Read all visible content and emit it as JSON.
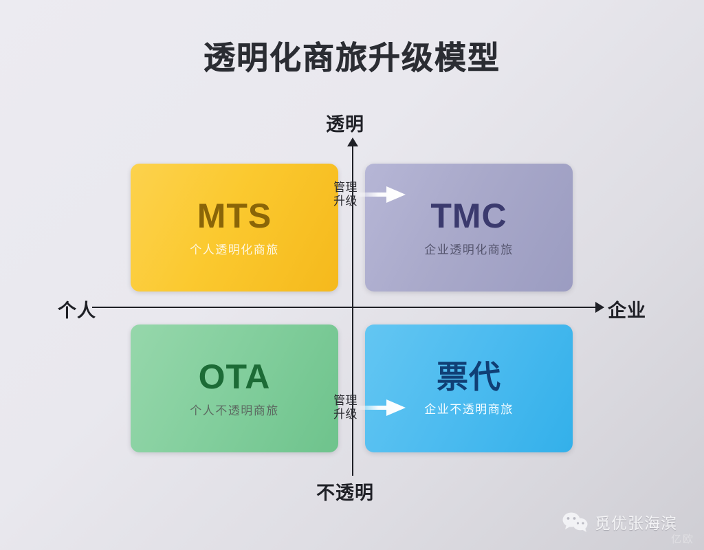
{
  "title": "透明化商旅升级模型",
  "axes": {
    "top_label": "透明",
    "bottom_label": "不透明",
    "left_label": "个人",
    "right_label": "企业",
    "line_color": "#1f2026"
  },
  "quadrants": [
    {
      "key": "mts",
      "title": "MTS",
      "subtitle": "个人透明化商旅",
      "position": "top-left",
      "fill": "#fbc92f",
      "title_color": "#8a6508",
      "subtitle_color": "#fdf6e0"
    },
    {
      "key": "tmc",
      "title": "TMC",
      "subtitle": "企业透明化商旅",
      "position": "top-right",
      "fill": "#a9a9ca",
      "title_color": "#3b3a6e",
      "subtitle_color": "#55556e"
    },
    {
      "key": "ota",
      "title": "OTA",
      "subtitle": "个人不透明商旅",
      "position": "bottom-left",
      "fill": "#84cf9e",
      "title_color": "#1c6b36",
      "subtitle_color": "#5d6b62"
    },
    {
      "key": "piaodai",
      "title": "票代",
      "subtitle": "企业不透明商旅",
      "position": "bottom-right",
      "fill": "#4ebcf0",
      "title_color": "#103f75",
      "subtitle_color": "#f2fbff"
    }
  ],
  "transitions": [
    {
      "key": "top",
      "label": "管理\n升级",
      "from": "MTS",
      "to": "TMC",
      "arrow_color": "#ffffff"
    },
    {
      "key": "bottom",
      "label": "管理\n升级",
      "from": "OTA",
      "to": "票代",
      "arrow_color": "#ffffff"
    }
  ],
  "watermark": {
    "icon": "wechat-icon",
    "text": "觅优张海滨",
    "corner": "亿欧"
  }
}
